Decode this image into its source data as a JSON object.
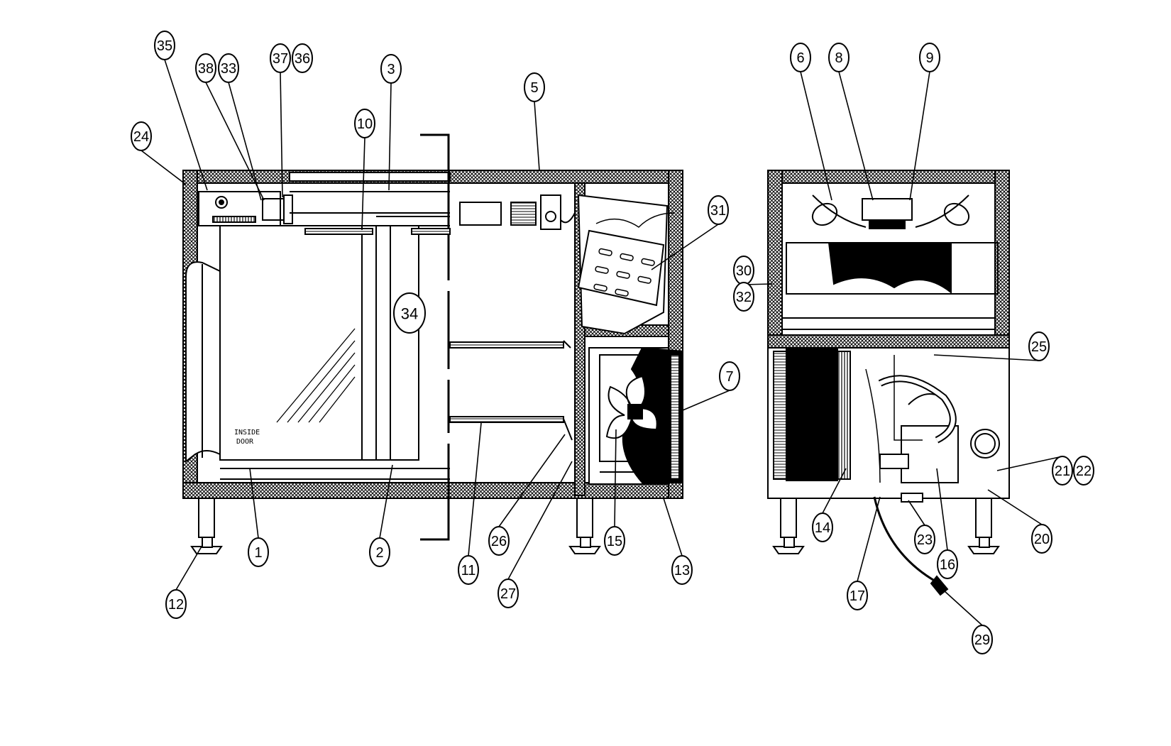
{
  "diagram": {
    "inside_door_label": [
      "INSIDE",
      "DOOR"
    ],
    "callouts": [
      {
        "id": "c35",
        "label": "35"
      },
      {
        "id": "c38",
        "label": "38"
      },
      {
        "id": "c33",
        "label": "33"
      },
      {
        "id": "c37",
        "label": "37"
      },
      {
        "id": "c36",
        "label": "36"
      },
      {
        "id": "c3",
        "label": "3"
      },
      {
        "id": "c5",
        "label": "5"
      },
      {
        "id": "c10",
        "label": "10"
      },
      {
        "id": "c24",
        "label": "24"
      },
      {
        "id": "c31",
        "label": "31"
      },
      {
        "id": "c34",
        "label": "34"
      },
      {
        "id": "c7",
        "label": "7"
      },
      {
        "id": "c1",
        "label": "1"
      },
      {
        "id": "c2",
        "label": "2"
      },
      {
        "id": "c11",
        "label": "11"
      },
      {
        "id": "c26",
        "label": "26"
      },
      {
        "id": "c27",
        "label": "27"
      },
      {
        "id": "c15",
        "label": "15"
      },
      {
        "id": "c13",
        "label": "13"
      },
      {
        "id": "c12",
        "label": "12"
      },
      {
        "id": "c6",
        "label": "6"
      },
      {
        "id": "c8",
        "label": "8"
      },
      {
        "id": "c9",
        "label": "9"
      },
      {
        "id": "c30",
        "label": "30"
      },
      {
        "id": "c32",
        "label": "32"
      },
      {
        "id": "c25",
        "label": "25"
      },
      {
        "id": "c21",
        "label": "21"
      },
      {
        "id": "c22",
        "label": "22"
      },
      {
        "id": "c14",
        "label": "14"
      },
      {
        "id": "c23",
        "label": "23"
      },
      {
        "id": "c20",
        "label": "20"
      },
      {
        "id": "c16",
        "label": "16"
      },
      {
        "id": "c17",
        "label": "17"
      },
      {
        "id": "c29",
        "label": "29"
      }
    ]
  }
}
